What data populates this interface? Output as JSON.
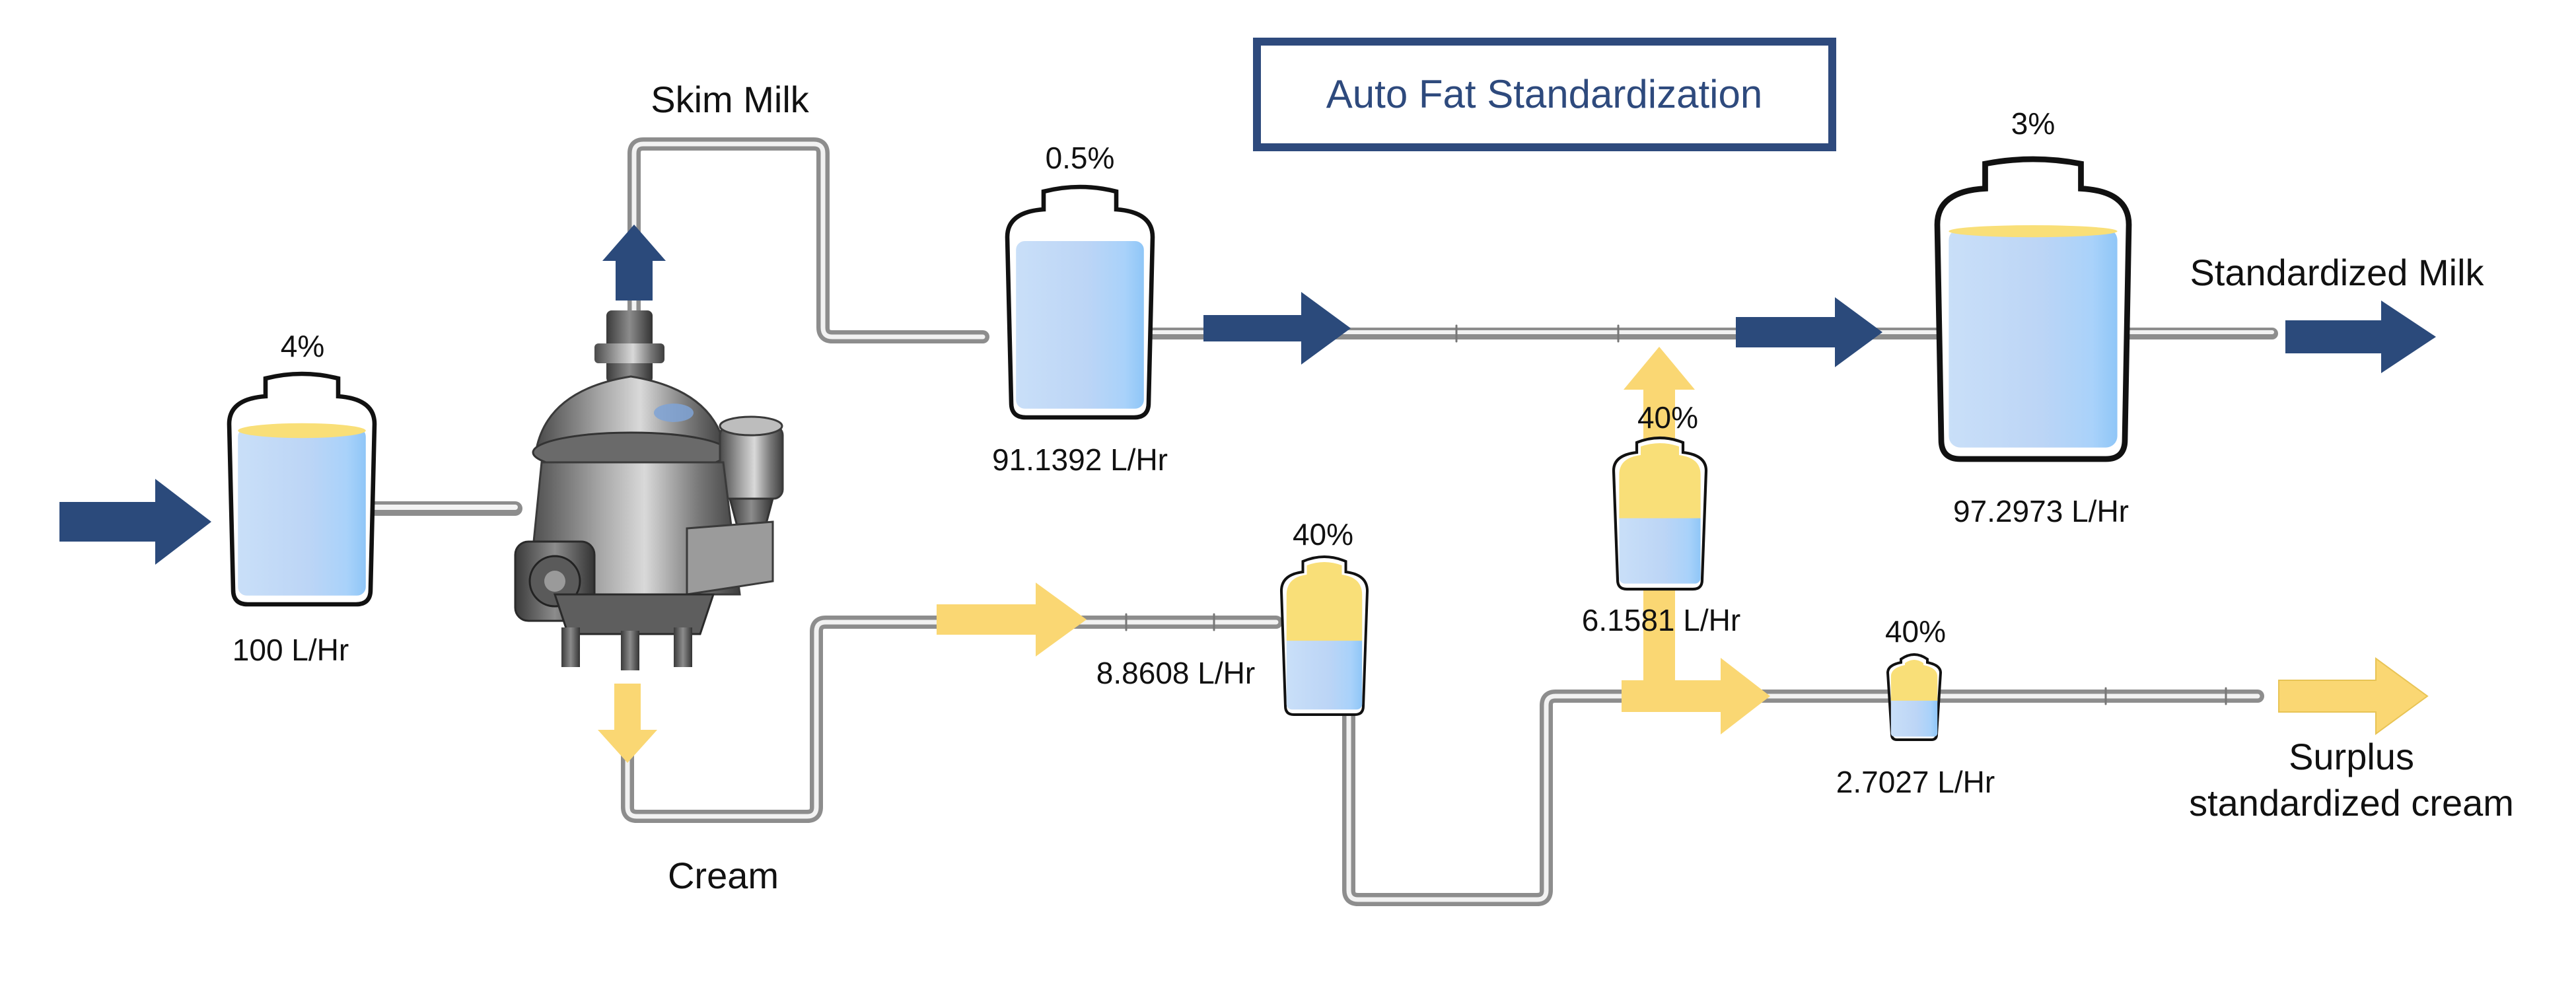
{
  "title": "Auto Fat Standardization",
  "colors": {
    "title_border": "#2e4a7d",
    "title_text": "#2e4a7d",
    "arrow_blue": "#2b4a7b",
    "arrow_yellow": "#fad773",
    "milk_fill": "#bcd8f7",
    "fat_fill": "#f9df78",
    "pipe": "#b8b8b8"
  },
  "streams": {
    "skim_milk": "Skim Milk",
    "cream": "Cream",
    "standardized_milk": "Standardized Milk",
    "surplus_line1": "Surplus",
    "surplus_line2": "standardized cream"
  },
  "vessels": {
    "feed": {
      "fat": "4%",
      "flow": "100 L/Hr"
    },
    "skim": {
      "fat": "0.5%",
      "flow": "91.1392 L/Hr"
    },
    "cream_out": {
      "fat": "40%",
      "flow": "8.8608 L/Hr"
    },
    "cream_return": {
      "fat": "40%",
      "flow": "6.1581 L/Hr"
    },
    "surplus": {
      "fat": "40%",
      "flow": "2.7027 L/Hr"
    },
    "standardized": {
      "fat": "3%",
      "flow": "97.2973 L/Hr"
    }
  },
  "icons": {
    "separator": "centrifugal-separator-icon",
    "milk_can": "milk-can-icon"
  }
}
